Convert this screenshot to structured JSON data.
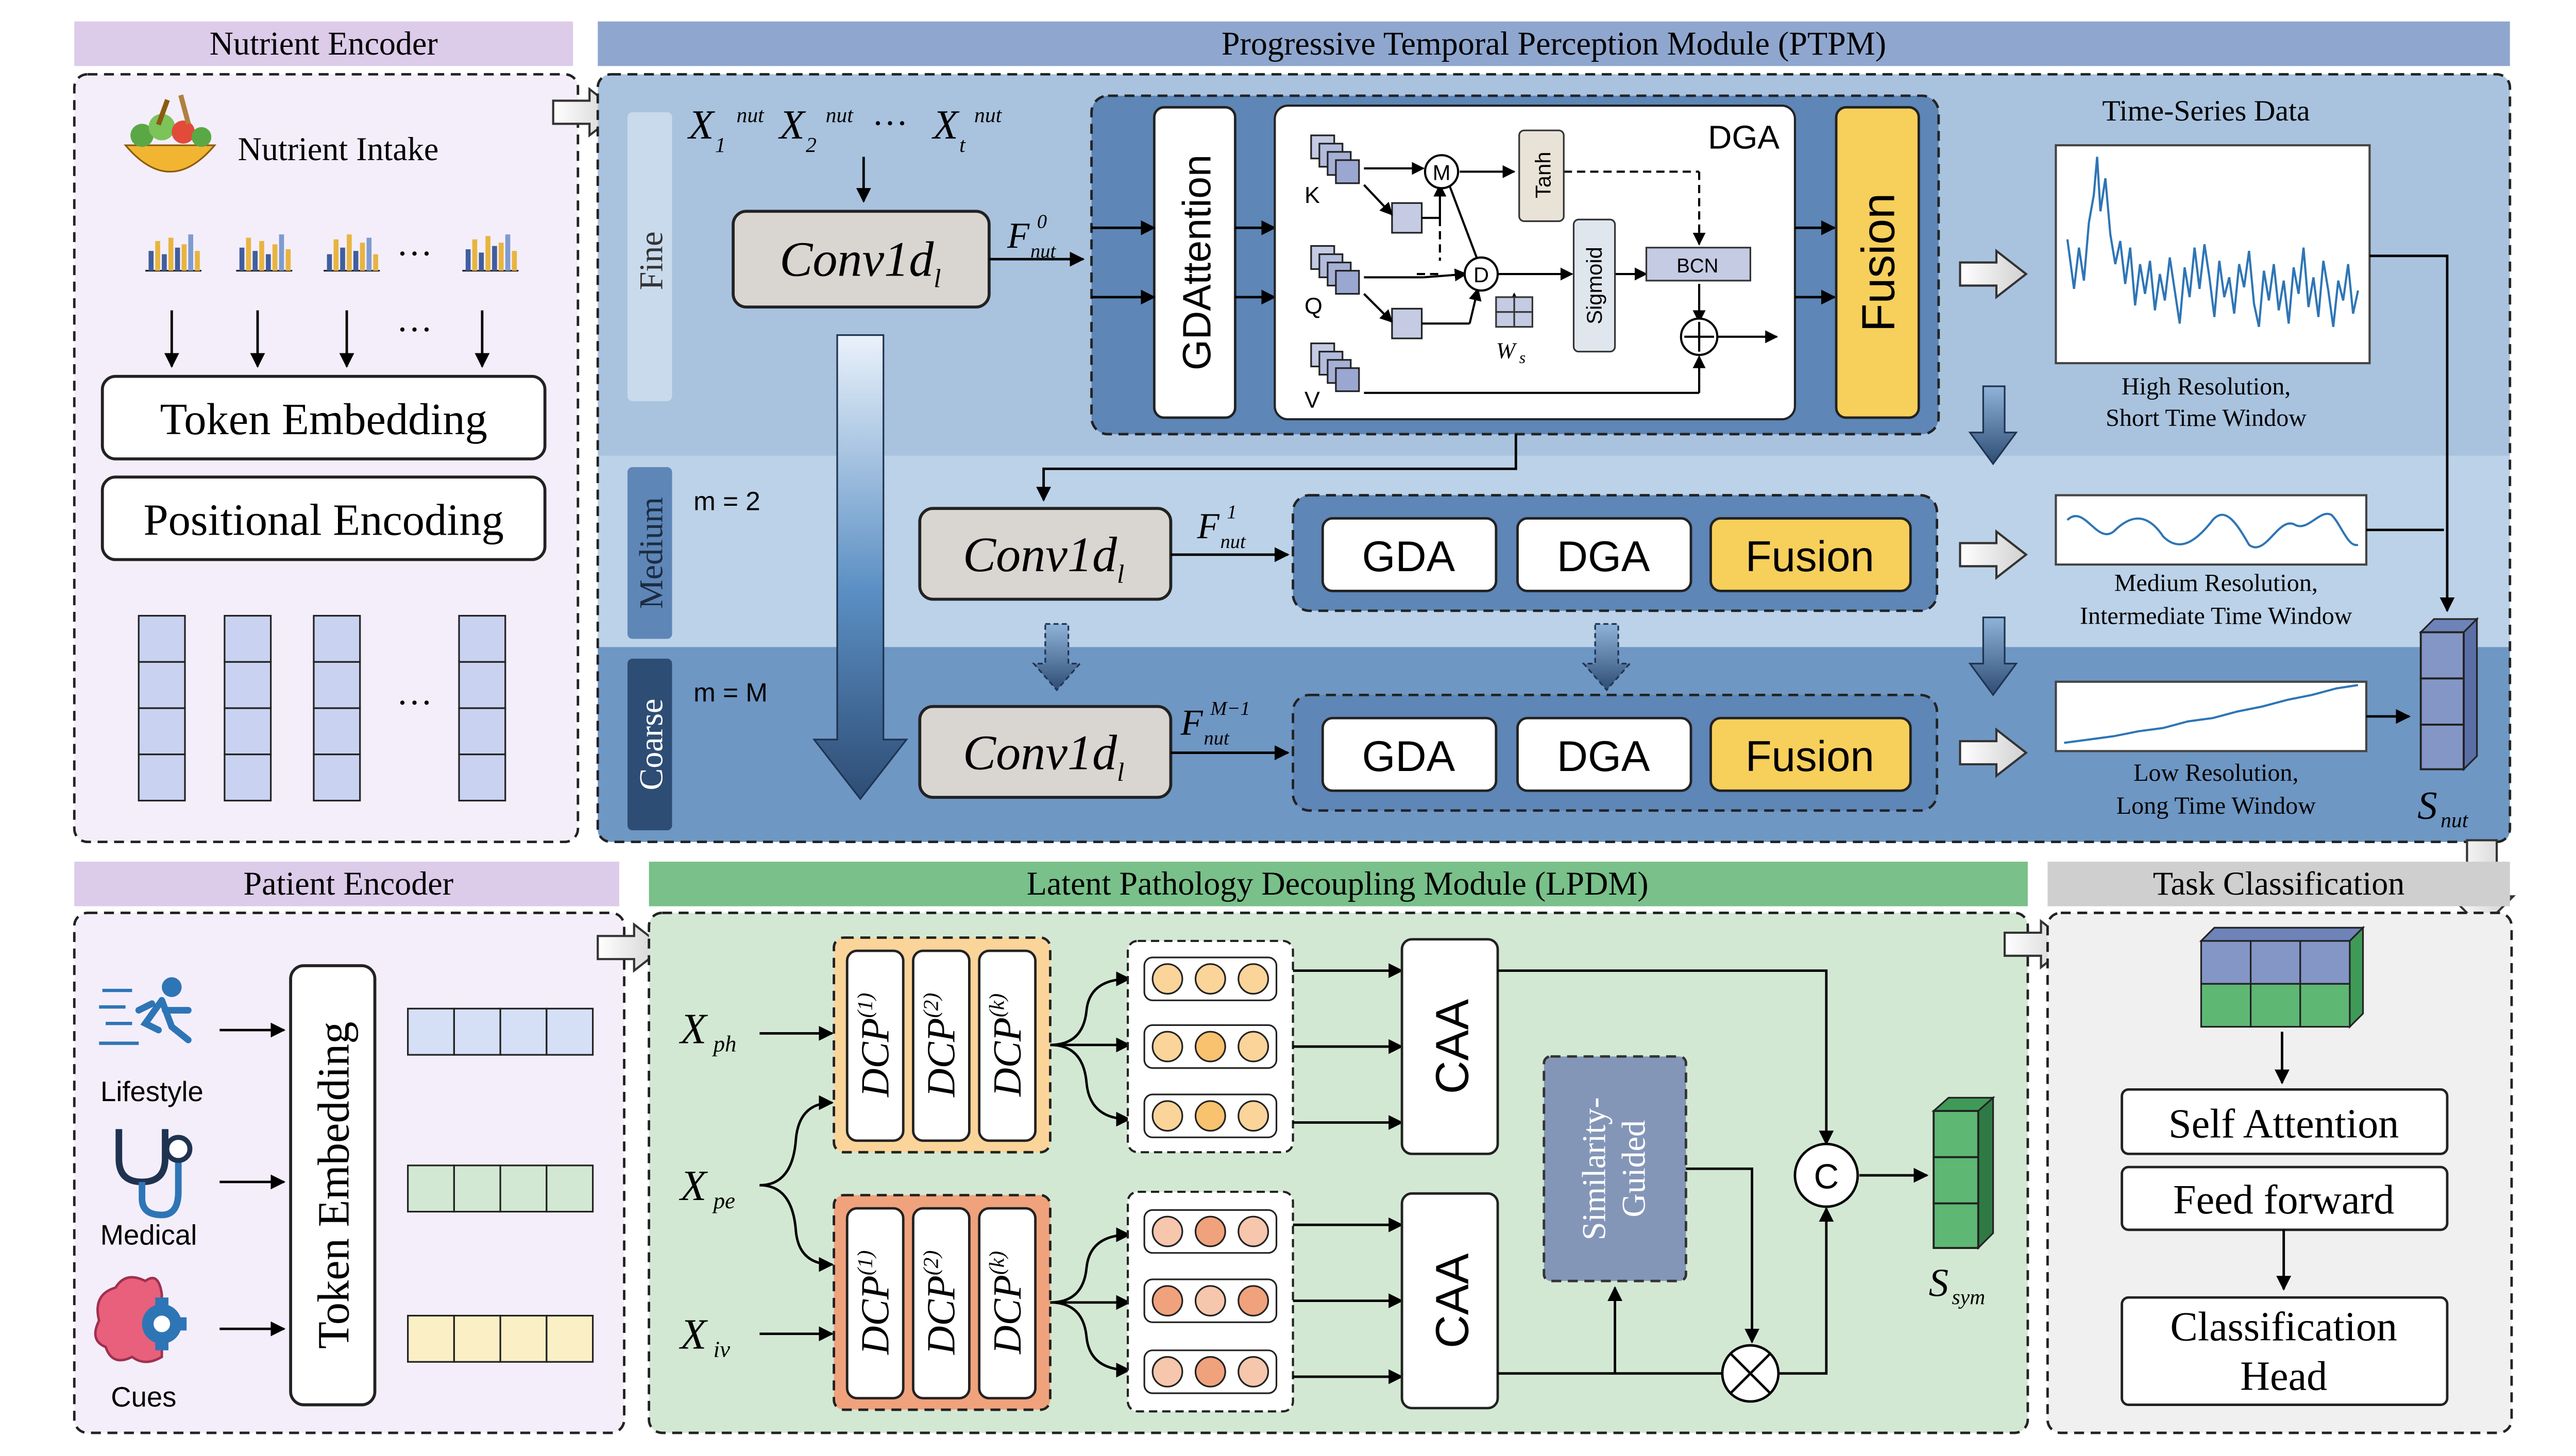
{
  "nutrient_encoder": {
    "title": "Nutrient Encoder",
    "intake_label": "Nutrient Intake",
    "dots": "···",
    "token_embedding": "Token Embedding",
    "positional_encoding": "Positional Encoding",
    "ellipsis": "···"
  },
  "ptpm": {
    "title": "Progressive Temporal Perception Module (PTPM)",
    "scales": [
      "Fine",
      "Medium",
      "Coarse"
    ],
    "m_medium": "m = 2",
    "m_coarse": "m = M",
    "conv": "Conv1d",
    "conv_sub": "l",
    "x_var": "X",
    "nut_sup": "nut",
    "dots": "···",
    "sub_1": "1",
    "sub_2": "2",
    "sub_t": "t",
    "F_var": "F",
    "f_sup_0": "0",
    "f_sup_1": "1",
    "f_sup_M": "M−1",
    "gda_attention": "GDAttention",
    "dga_title": "DGA",
    "k_label": "K",
    "q_label": "Q",
    "v_label": "V",
    "m_op": "M",
    "d_op": "D",
    "tanh": "Tanh",
    "sigmoid": "Sigmoid",
    "bcn": "BCN",
    "ws_var": "W",
    "ws_sub": "s",
    "fusion": "Fusion",
    "gda": "GDA",
    "dga": "DGA",
    "timeseries_title": "Time-Series Data",
    "res_high_1": "High Resolution,",
    "res_high_2": "Short Time Window",
    "res_medium_1": "Medium Resolution,",
    "res_medium_2": "Intermediate Time Window",
    "res_low_1": "Low Resolution,",
    "res_low_2": "Long Time Window",
    "s_var": "S",
    "s_sub": "nut"
  },
  "patient_encoder": {
    "title": "Patient Encoder",
    "lifestyle": "Lifestyle",
    "medical": "Medical",
    "cues": "Cues",
    "token_embedding": "Token Embedding"
  },
  "lpdm": {
    "title": "Latent Pathology Decoupling Module (LPDM)",
    "x_var": "X",
    "ph_sub": "ph",
    "pe_sub": "pe",
    "iv_sub": "iv",
    "dcp": "DCP",
    "dcp_sup": [
      "(1)",
      "(2)",
      "(k)"
    ],
    "caa": "CAA",
    "similarity_1": "Similarity-",
    "similarity_2": "Guided",
    "concat_op": "C",
    "s_var": "S",
    "s_sub": "sym"
  },
  "task": {
    "title": "Task Classification",
    "self_attention": "Self Attention",
    "feed_forward": "Feed forward",
    "head_1": "Classification",
    "head_2": "Head"
  },
  "colors": {
    "encoder_header": "#dccbe9",
    "encoder_bg": "#f4eefa",
    "ptpm_header": "#8fa7cf",
    "ptpm_fine": "#a9c3df",
    "ptpm_medium": "#bcd2e8",
    "ptpm_coarse": "#6f97c4",
    "dark_navy": "#2e4d75",
    "lpdm_header": "#79c08a",
    "lpdm_bg": "#d3e8d3",
    "task_header": "#cfcfcf",
    "task_bg": "#f0f0f0",
    "fusion_yellow": "#f7cf5b",
    "line_blue": "#2e75b6"
  }
}
